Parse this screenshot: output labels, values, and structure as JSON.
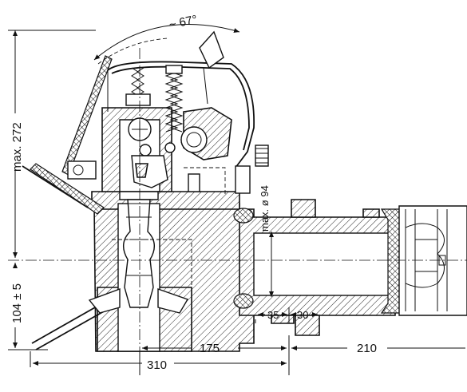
{
  "dimensions": {
    "angle": "~ 67°",
    "height_max": "max. 272",
    "height_lower": "104 ± 5",
    "diameter": "max. ø 94",
    "d35": "35",
    "d30": "30",
    "d175": "175",
    "d210": "210",
    "d310": "310"
  }
}
